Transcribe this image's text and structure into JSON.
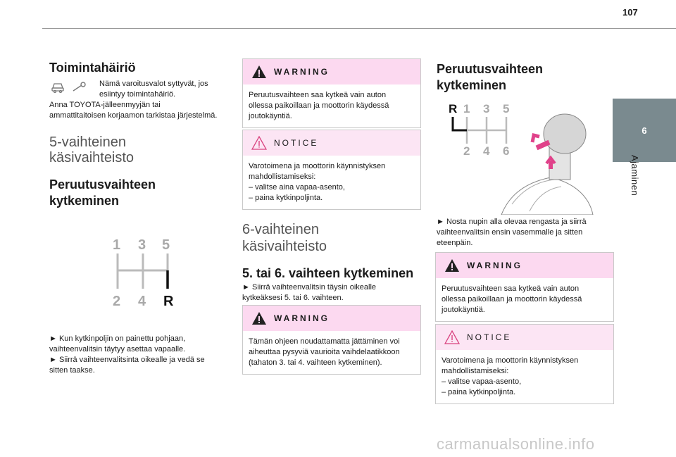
{
  "page": {
    "number": "107",
    "chapter_number": "6",
    "chapter_title": "Ajaminen"
  },
  "col1": {
    "fault_title": "Toimintahäiriö",
    "fault_text_1": "Nämä varoitusvalot syttyvät, jos",
    "fault_text_2": "esiintyy toimintahäiriö.",
    "fault_text_3": "Anna TOYOTA-jälleenmyyjän tai",
    "fault_text_4": "ammattitaitoisen korjaamon tarkistaa järjestelmä.",
    "section_title_1": "5-vaihteinen",
    "section_title_2": "käsivaihteisto",
    "sub_title_1": "Peruutusvaihteen",
    "sub_title_2": "kytkeminen",
    "gear_labels": {
      "g1": "1",
      "g3": "3",
      "g5": "5",
      "g2": "2",
      "g4": "4",
      "gR": "R"
    },
    "instr_1": "► Kun kytkinpoljin on painettu pohjaan,",
    "instr_2": "vaihteenvalitsin täytyy asettaa vapaalle.",
    "instr_3": "► Siirrä vaihteenvalitsinta oikealle ja vedä se",
    "instr_4": "sitten taakse."
  },
  "col2": {
    "warning1_head": "WARNING",
    "warning1_l1": "Peruutusvaihteen saa kytkeä vain auton",
    "warning1_l2": "ollessa paikoillaan ja moottorin käydessä",
    "warning1_l3": "joutokäyntiä.",
    "notice1_head": "NOTICE",
    "notice1_l1": "Varotoimena ja moottorin käynnistyksen",
    "notice1_l2": "mahdollistamiseksi:",
    "notice1_l3": "–  valitse aina vapaa-asento,",
    "notice1_l4": "–  paina kytkinpoljinta.",
    "section_title_1": "6-vaihteinen",
    "section_title_2": "käsivaihteisto",
    "sub_title": "5. tai 6. vaihteen kytkeminen",
    "instr_1": "► Siirrä vaihteenvalitsin täysin oikealle",
    "instr_2": "kytkeäksesi 5. tai 6. vaihteen.",
    "warning2_head": "WARNING",
    "warning2_l1": "Tämän ohjeen noudattamatta jättäminen voi",
    "warning2_l2": "aiheuttaa pysyviä vaurioita vaihdelaatikkoon",
    "warning2_l3": "(tahaton 3. tai 4. vaihteen kytkeminen)."
  },
  "col3": {
    "sub_title_1": "Peruutusvaihteen",
    "sub_title_2": "kytkeminen",
    "gear_labels": {
      "gR": "R",
      "g1": "1",
      "g3": "3",
      "g5": "5",
      "g2": "2",
      "g4": "4",
      "g6": "6"
    },
    "instr_1": "► Nosta nupin alla olevaa rengasta ja siirrä",
    "instr_2": "vaihteenvalitsin ensin vasemmalle ja sitten",
    "instr_3": "eteenpäin.",
    "warning_head": "WARNING",
    "warning_l1": "Peruutusvaihteen saa kytkeä vain auton",
    "warning_l2": "ollessa paikoillaan ja moottorin käydessä",
    "warning_l3": "joutokäyntiä.",
    "notice_head": "NOTICE",
    "notice_l1": "Varotoimena ja moottorin käynnistyksen",
    "notice_l2": "mahdollistamiseksi:",
    "notice_l3": "–  valitse vapaa-asento,",
    "notice_l4": "–  paina kytkinpoljinta."
  },
  "colors": {
    "warning_bg": "#fcd9f0",
    "notice_bg": "#fce5f4",
    "tab_bg": "#7a8a8f",
    "gear_grey": "#a9a9a9",
    "arrow_pink": "#e0428a"
  },
  "watermark": "carmanualsonline.info"
}
